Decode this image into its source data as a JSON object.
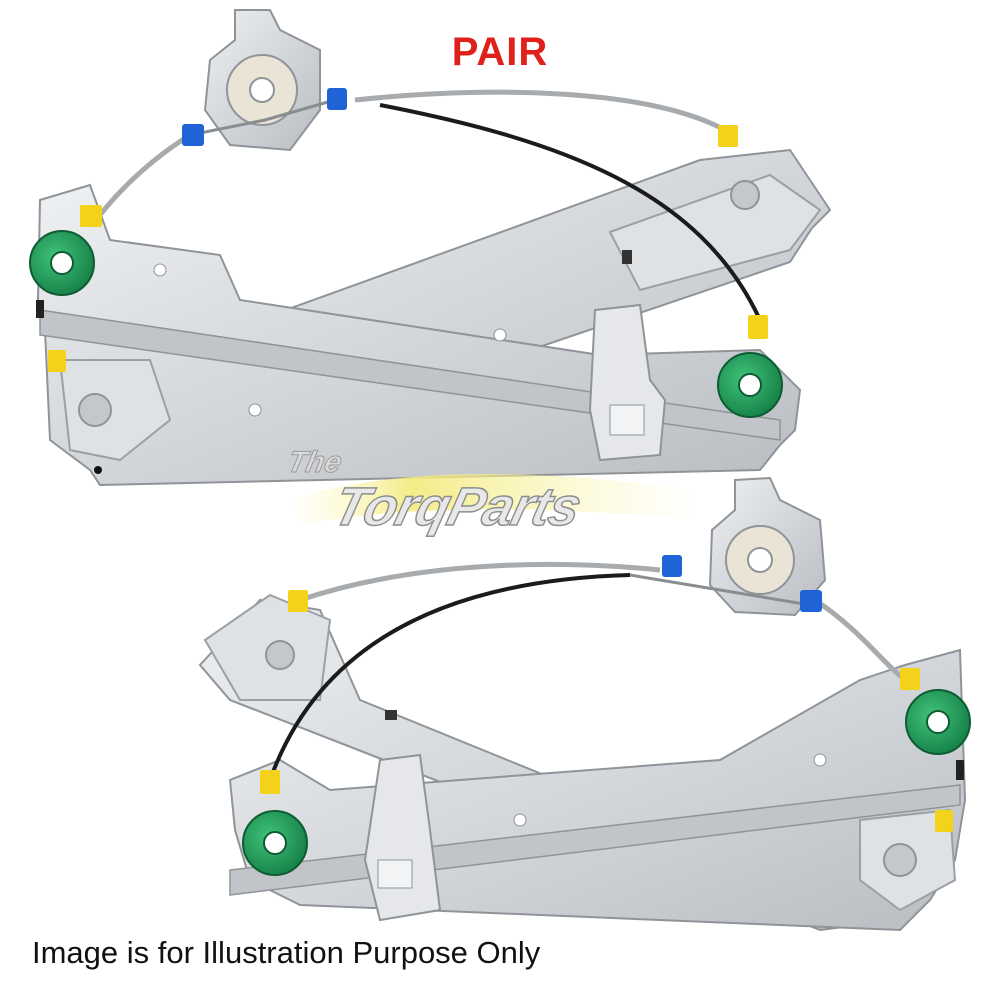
{
  "header": {
    "title": "PAIR",
    "title_color": "#e0201b"
  },
  "logo": {
    "prefix": "The",
    "name": "TorqParts",
    "accent_color": "#f3ea7a"
  },
  "footer": {
    "caption": "Image is for Illustration Purpose Only"
  },
  "product": {
    "name": "window-regulator-pair",
    "count": 2
  },
  "colors": {
    "metal": "#d6d9dc",
    "metal_edge": "#8f9499",
    "gear_green": "#1f9e5a",
    "clip_yellow": "#f3d21a",
    "clip_blue": "#1f63d6",
    "cable_black": "#1b1b1b",
    "cable_gray": "#a8abae"
  }
}
